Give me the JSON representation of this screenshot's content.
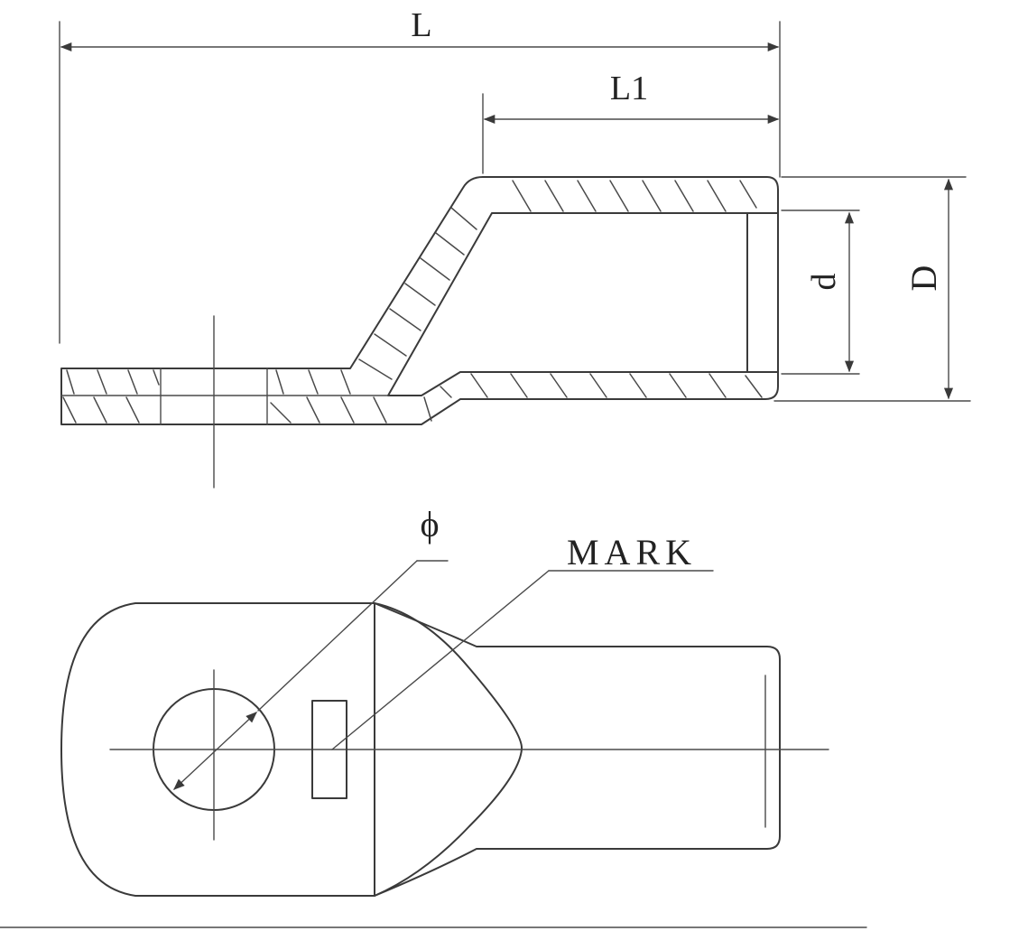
{
  "labels": {
    "L": "L",
    "L1": "L1",
    "d": "d",
    "D": "D",
    "phi": "ϕ",
    "mark": "MARK"
  },
  "colors": {
    "line": "#3a3a3a",
    "background": "#ffffff"
  }
}
